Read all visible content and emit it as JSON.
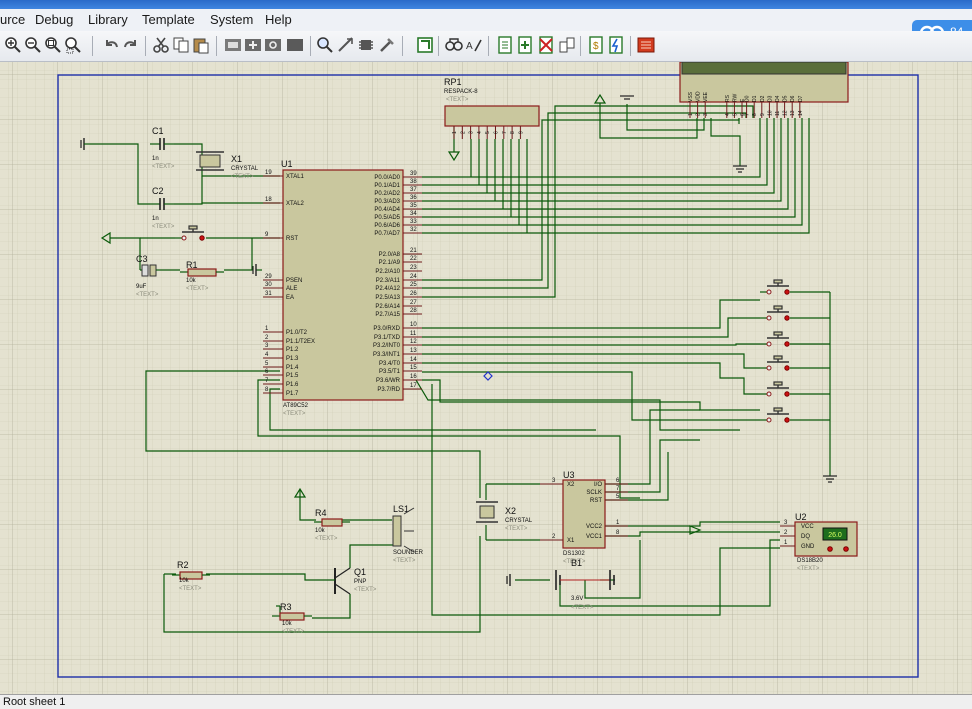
{
  "menu": {
    "items": [
      "urce",
      "Debug",
      "Library",
      "Template",
      "System",
      "Help"
    ]
  },
  "cloud_widget": {
    "label": "84"
  },
  "status": {
    "text": "Root sheet 1"
  },
  "schematic": {
    "components": {
      "rp1": {
        "ref": "RP1",
        "value": "RESPACK-8",
        "pins": [
          "1",
          "2",
          "3",
          "4",
          "5",
          "6",
          "7",
          "8",
          "9"
        ]
      },
      "lcd": {
        "pins": [
          "VSS",
          "VDD",
          "VEE",
          "RS",
          "RW",
          "E",
          "D0",
          "D1",
          "D2",
          "D3",
          "D4",
          "D5",
          "D6",
          "D7"
        ],
        "pin_numbers": [
          "1",
          "2",
          "3",
          "4",
          "5",
          "6",
          "7",
          "8",
          "9",
          "10",
          "11",
          "12",
          "13",
          "14"
        ]
      },
      "c1": {
        "ref": "C1",
        "value": "1n"
      },
      "c2": {
        "ref": "C2",
        "value": "1n"
      },
      "x1": {
        "ref": "X1",
        "value": "CRYSTAL"
      },
      "c3": {
        "ref": "C3",
        "value": "9uF"
      },
      "r1": {
        "ref": "R1",
        "value": "10k"
      },
      "u1": {
        "ref": "U1",
        "part": "AT89C52",
        "left_pins": [
          {
            "num": "19",
            "name": "XTAL1"
          },
          {
            "num": "18",
            "name": "XTAL2"
          },
          {
            "num": "9",
            "name": "RST"
          },
          {
            "num": "29",
            "name": "PSEN"
          },
          {
            "num": "30",
            "name": "ALE"
          },
          {
            "num": "31",
            "name": "EA"
          },
          {
            "num": "1",
            "name": "P1.0/T2"
          },
          {
            "num": "2",
            "name": "P1.1/T2EX"
          },
          {
            "num": "3",
            "name": "P1.2"
          },
          {
            "num": "4",
            "name": "P1.3"
          },
          {
            "num": "5",
            "name": "P1.4"
          },
          {
            "num": "6",
            "name": "P1.5"
          },
          {
            "num": "7",
            "name": "P1.6"
          },
          {
            "num": "8",
            "name": "P1.7"
          }
        ],
        "right_pins": [
          {
            "num": "39",
            "name": "P0.0/AD0"
          },
          {
            "num": "38",
            "name": "P0.1/AD1"
          },
          {
            "num": "37",
            "name": "P0.2/AD2"
          },
          {
            "num": "36",
            "name": "P0.3/AD3"
          },
          {
            "num": "35",
            "name": "P0.4/AD4"
          },
          {
            "num": "34",
            "name": "P0.5/AD5"
          },
          {
            "num": "33",
            "name": "P0.6/AD6"
          },
          {
            "num": "32",
            "name": "P0.7/AD7"
          },
          {
            "num": "21",
            "name": "P2.0/A8"
          },
          {
            "num": "22",
            "name": "P2.1/A9"
          },
          {
            "num": "23",
            "name": "P2.2/A10"
          },
          {
            "num": "24",
            "name": "P2.3/A11"
          },
          {
            "num": "25",
            "name": "P2.4/A12"
          },
          {
            "num": "26",
            "name": "P2.5/A13"
          },
          {
            "num": "27",
            "name": "P2.6/A14"
          },
          {
            "num": "28",
            "name": "P2.7/A15"
          },
          {
            "num": "10",
            "name": "P3.0/RXD"
          },
          {
            "num": "11",
            "name": "P3.1/TXD"
          },
          {
            "num": "12",
            "name": "P3.2/INT0"
          },
          {
            "num": "13",
            "name": "P3.3/INT1"
          },
          {
            "num": "14",
            "name": "P3.4/T0"
          },
          {
            "num": "15",
            "name": "P3.5/T1"
          },
          {
            "num": "16",
            "name": "P3.6/WR"
          },
          {
            "num": "17",
            "name": "P3.7/RD"
          }
        ]
      },
      "u3": {
        "ref": "U3",
        "part": "DS1302",
        "left_pins": [
          {
            "num": "3",
            "name": "X2"
          },
          {
            "num": "2",
            "name": "X1"
          }
        ],
        "right_pins": [
          {
            "num": "6",
            "name": "I/O"
          },
          {
            "num": "7",
            "name": "SCLK"
          },
          {
            "num": "5",
            "name": "RST"
          },
          {
            "num": "1",
            "name": "VCC2"
          },
          {
            "num": "8",
            "name": "VCC1"
          }
        ]
      },
      "x2": {
        "ref": "X2",
        "value": "CRYSTAL"
      },
      "b1": {
        "ref": "B1",
        "value": "3.6V"
      },
      "u2": {
        "ref": "U2",
        "part": "DS18B20",
        "pins": [
          {
            "num": "3",
            "name": "VCC"
          },
          {
            "num": "2",
            "name": "DQ"
          },
          {
            "num": "1",
            "name": "GND"
          }
        ],
        "display": "26.0"
      },
      "r4": {
        "ref": "R4",
        "value": "10k"
      },
      "ls1": {
        "ref": "LS1",
        "value": "SOUNDER"
      },
      "q1": {
        "ref": "Q1",
        "value": "PNP"
      },
      "r2": {
        "ref": "R2",
        "value": "10k"
      },
      "r3": {
        "ref": "R3",
        "value": "10k"
      }
    },
    "text_placeholder": "<TEXT>"
  },
  "colors": {
    "wire": "#0a5a0a",
    "component_outline": "#8b1a1a",
    "component_fill": "#c9c79e",
    "label": "#111111",
    "placeholder": "#8a8a7a",
    "sheet_border": "#1c2ea8",
    "grid_major": "#b8b6a2",
    "grid_minor": "#d2d0bc",
    "pin_dot": "#cc1111",
    "lcd_screen": "#5a6e3a"
  }
}
